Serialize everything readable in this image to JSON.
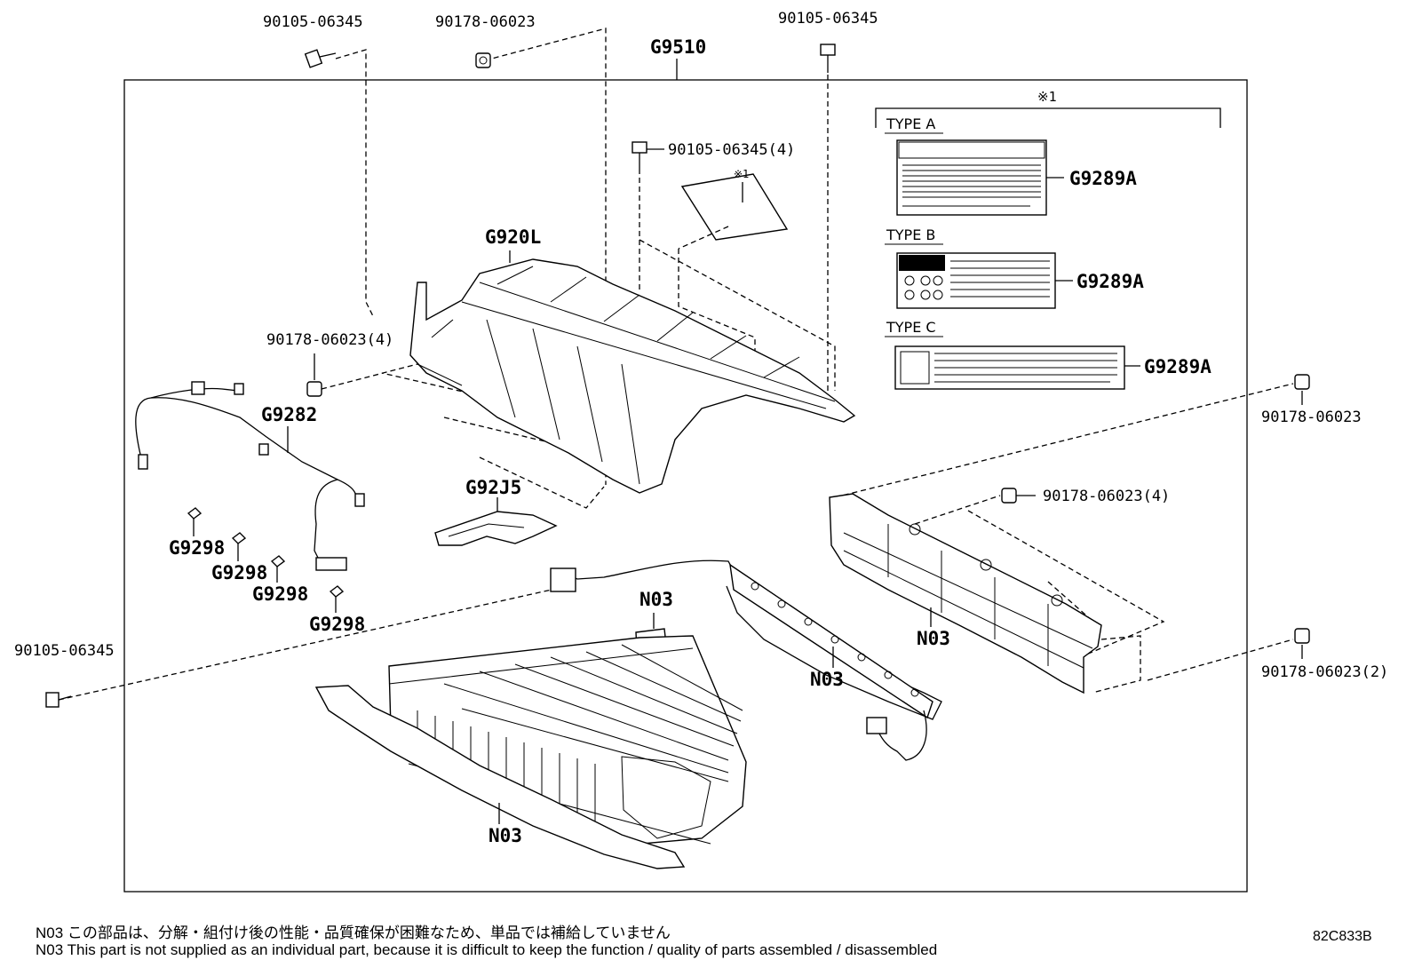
{
  "callouts": {
    "bolt_top_left": "90105-06345",
    "nut_top": "90178-06023",
    "assembly": "G9510",
    "bolt_top_right": "90105-06345",
    "bolt_inner": "90105-06345(4)",
    "star_note_small": "※1",
    "star_note_large": "※1",
    "cover": "G920L",
    "nut_left": "90178-06023(4)",
    "wire": "G9282",
    "duct": "G92J5",
    "clamp_1": "G9298",
    "clamp_2": "G9298",
    "clamp_3": "G9298",
    "clamp_4": "G9298",
    "bolt_bottom_left": "90105-06345",
    "nut_right_top": "90178-06023",
    "nut_right_mid": "90178-06023(4)",
    "nut_right_bottom": "90178-06023(2)",
    "n03_clip": "N03",
    "n03_bus": "N03",
    "n03_frame": "N03",
    "n03_stack": "N03"
  },
  "labels": {
    "type_a": "TYPE A",
    "type_a_part": "G9289A",
    "type_b": "TYPE B",
    "type_b_part": "G9289A",
    "type_c": "TYPE C",
    "type_c_part": "G9289A"
  },
  "notes": {
    "jp": "N03  この部品は、分解・組付け後の性能・品質確保が困難なため、単品では補給していません",
    "en": "N03  This part is not supplied as an individual part, because it is difficult to keep the function / quality of parts  assembled / disassembled"
  },
  "diagram_code": "82C833B"
}
